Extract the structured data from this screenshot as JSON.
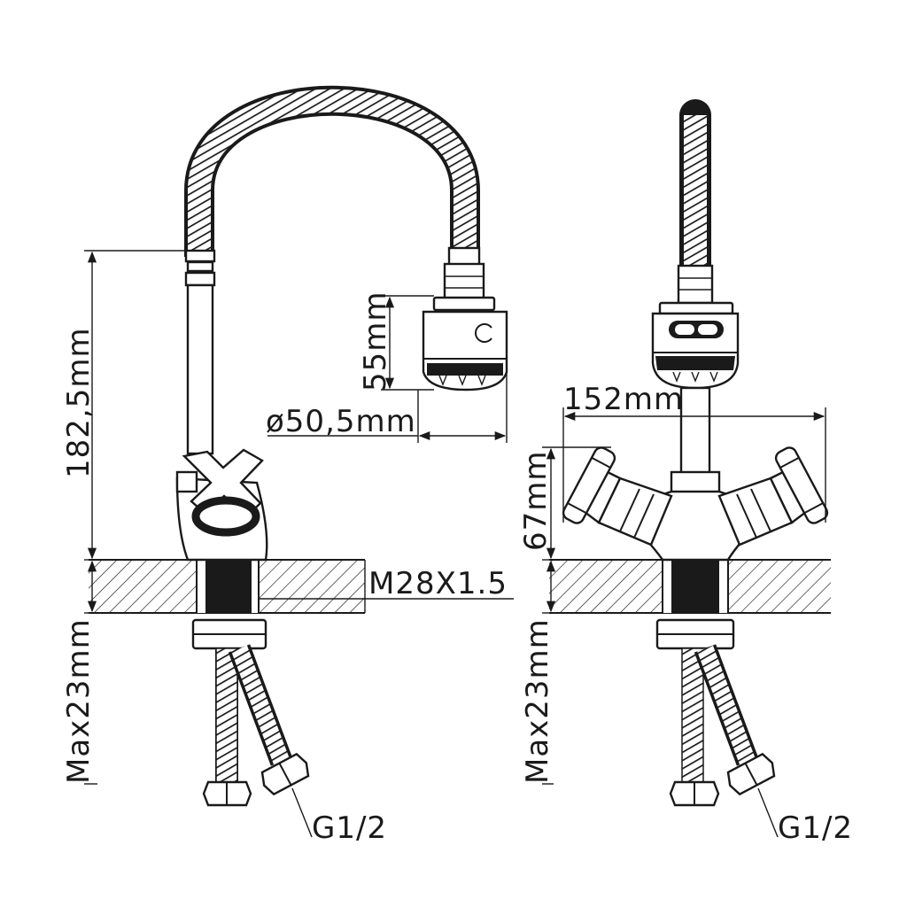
{
  "dimensions": {
    "height_label": "182,5mm",
    "aerator_height_label": "55mm",
    "aerator_diameter_label": "ø50,5mm",
    "thread_label": "M28X1.5",
    "left_counter_label": "Max23mm",
    "connector_left_label": "G1/2",
    "width_label": "152mm",
    "spread_height_label": "67mm",
    "right_counter_label": "Max23mm",
    "connector_right_label": "G1/2"
  },
  "colors": {
    "line": "#1a1a1a",
    "background": "#ffffff"
  }
}
